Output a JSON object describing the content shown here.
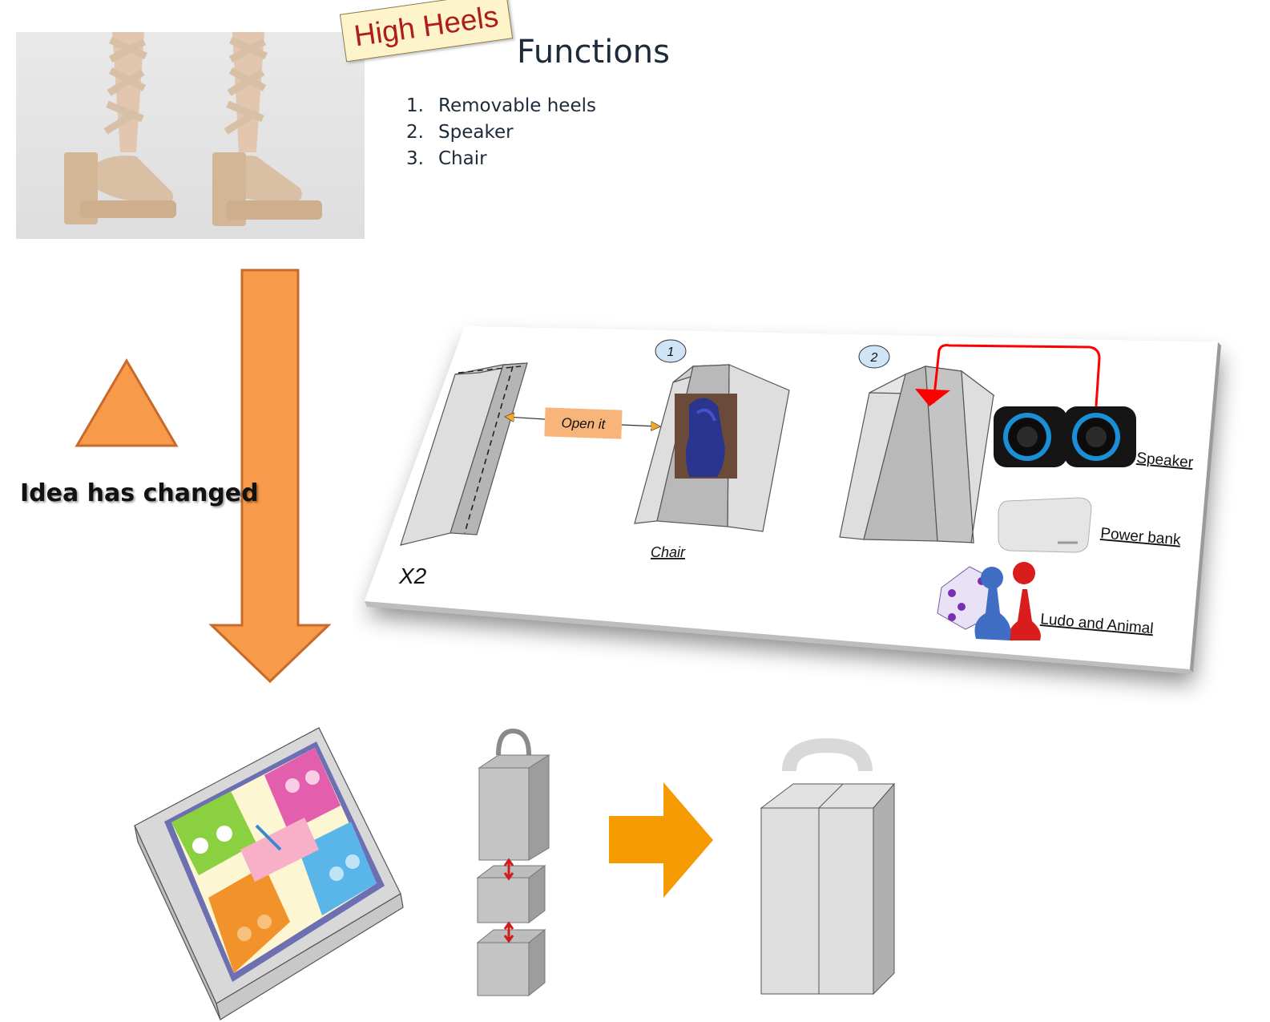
{
  "header": {
    "tag_label": "High Heels",
    "functions_title": "Functions",
    "functions": [
      {
        "num": "1.",
        "text": "Removable heels"
      },
      {
        "num": "2.",
        "text": "Speaker"
      },
      {
        "num": "3.",
        "text": "Chair"
      }
    ]
  },
  "idea_text": "Idea has changed",
  "panel": {
    "step1": "1",
    "step2": "2",
    "open_it": "Open it",
    "chair": "Chair",
    "x2": "X2",
    "speaker": "Speaker",
    "power_bank": "Power bank",
    "ludo": "Ludo and Animal"
  },
  "colors": {
    "orange": "#f79a4a",
    "orange_dark": "#c86a2a",
    "arrow_right": "#f59a00",
    "grey_light": "#dcdcdc",
    "grey_dark": "#a8a8a8",
    "red": "#ff0000",
    "tag_bg": "#fdf5c9",
    "tag_text": "#b01c1c"
  }
}
